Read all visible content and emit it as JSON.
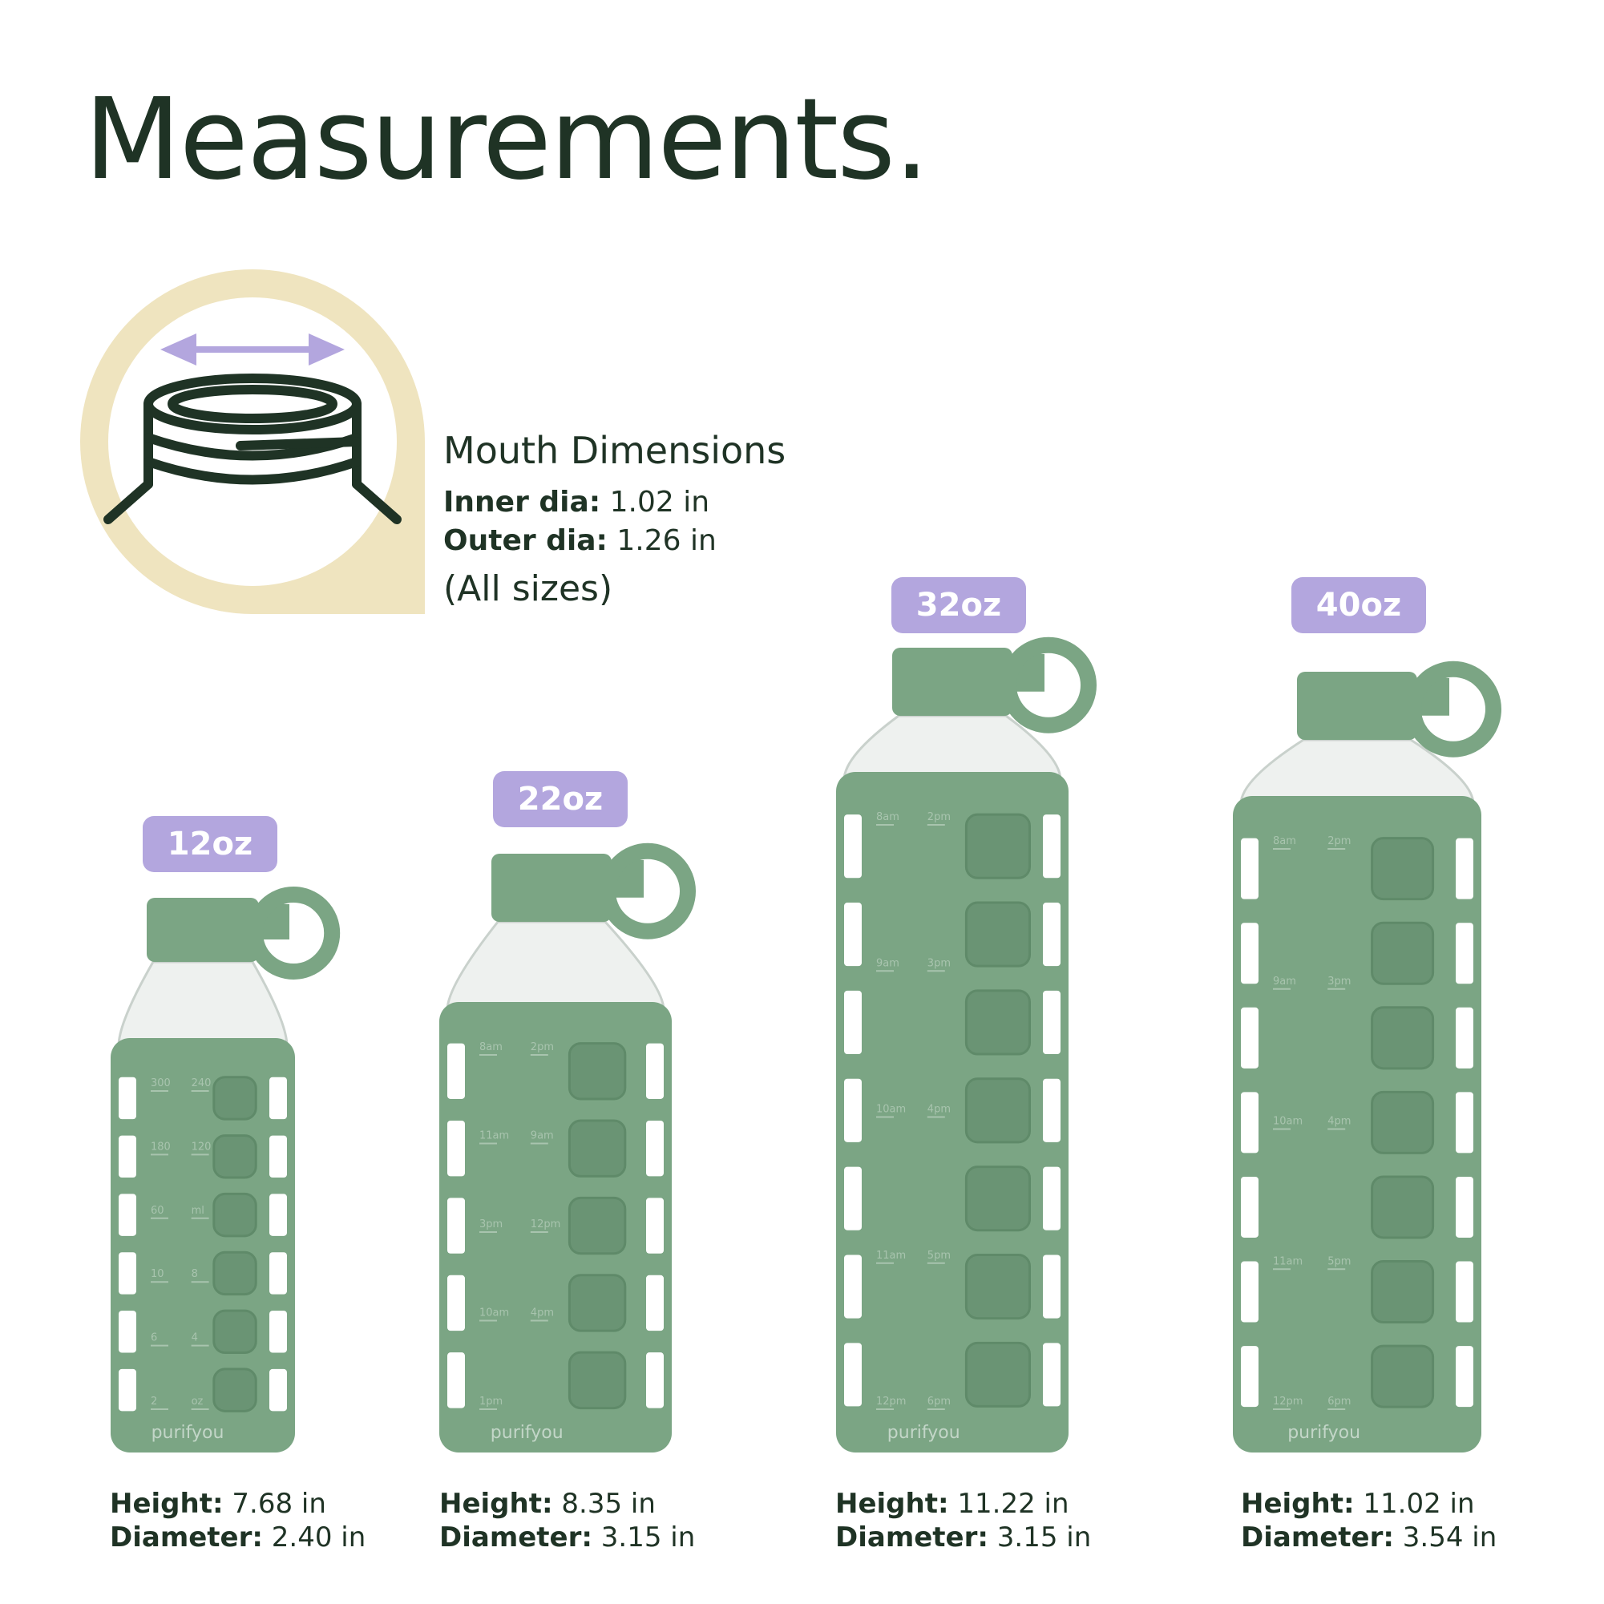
{
  "page": {
    "title": "Measurements."
  },
  "mouth": {
    "heading": "Mouth Dimensions",
    "inner_label": "Inner dia:",
    "inner_value": "1.02 in",
    "outer_label": "Outer dia:",
    "outer_value": "1.26 in",
    "note": "(All sizes)"
  },
  "colors": {
    "sleeve": "#7ba584",
    "sleeve_dark": "#6a9474",
    "badge": "#b3a6de",
    "accent_circle": "#efe4bf",
    "arrow": "#b3a6de",
    "ink": "#1f3325"
  },
  "bottles": [
    {
      "size": "12oz",
      "height_label": "Height:",
      "height_value": "7.68 in",
      "diameter_label": "Diameter:",
      "diameter_value": "2.40 in",
      "brand": "purifyou",
      "marks": [
        "300",
        "240",
        "180",
        "120",
        "60",
        "ml",
        "10",
        "8",
        "6",
        "4",
        "2",
        "oz"
      ]
    },
    {
      "size": "22oz",
      "height_label": "Height:",
      "height_value": "8.35 in",
      "diameter_label": "Diameter:",
      "diameter_value": "3.15 in",
      "brand": "purifyou",
      "marks": [
        "8am",
        "2pm",
        "11am",
        "9am",
        "3pm",
        "12pm",
        "10am",
        "4pm",
        "1pm"
      ]
    },
    {
      "size": "32oz",
      "height_label": "Height:",
      "height_value": "11.22 in",
      "diameter_label": "Diameter:",
      "diameter_value": "3.15 in",
      "brand": "purifyou",
      "marks": [
        "8am",
        "2pm",
        "9am",
        "3pm",
        "10am",
        "4pm",
        "11am",
        "5pm",
        "12pm",
        "6pm"
      ]
    },
    {
      "size": "40oz",
      "height_label": "Height:",
      "height_value": "11.02 in",
      "diameter_label": "Diameter:",
      "diameter_value": "3.54 in",
      "brand": "purifyou",
      "marks": [
        "8am",
        "2pm",
        "9am",
        "3pm",
        "10am",
        "4pm",
        "11am",
        "5pm",
        "12pm",
        "6pm"
      ]
    }
  ]
}
